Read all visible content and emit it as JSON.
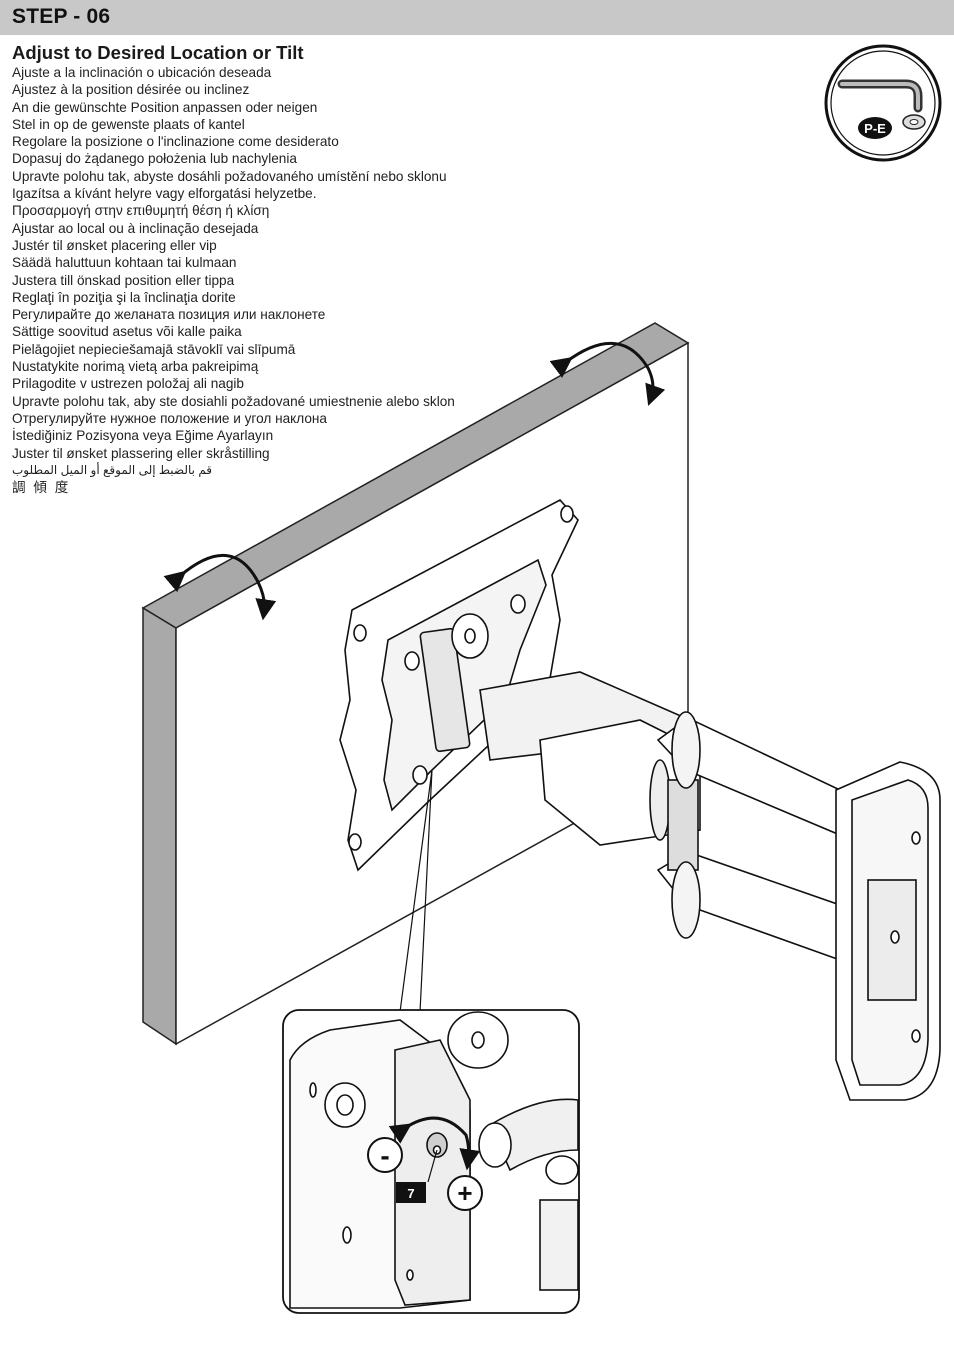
{
  "step": {
    "title": "STEP - 06"
  },
  "heading": "Adjust to Desired Location or Tilt",
  "translations": [
    "Ajuste a la inclinación o ubicación deseada",
    "Ajustez à la position désirée ou inclinez",
    "An die gewünschte Position anpassen oder neigen",
    "Stel in op de gewenste plaats of kantel",
    "Regolare la posizione o l'inclinazione come desiderato",
    "Dopasuj do żądanego położenia lub nachylenia",
    "Upravte polohu tak, abyste dosáhli požadovaného umístění nebo sklonu",
    "Igazítsa a kívánt helyre vagy elforgatási helyzetbe.",
    "Προσαρμογή στην επιθυμητή θέση ή κλίση",
    "Ajustar ao local ou à inclinação  desejada",
    "Justér til ønsket placering eller vip",
    "Säädä haluttuun kohtaan tai kulmaan",
    "Justera till önskad position eller tippa",
    "Reglaţi în poziţia şi la înclinaţia dorite",
    "Регулирайте до желаната позиция или наклонете",
    "Sättige soovitud asetus või kalle paika",
    "Pielāgojiet nepieciešamajā stāvoklī vai slīpumā",
    "Nustatykite norimą vietą arba pakreipimą",
    "Prilagodite v ustrezen položaj ali nagib",
    "Upravte polohu tak, aby ste dosiahli požadované umiestnenie alebo sklon",
    "Отрегулируйте нужное положение и угол наклона",
    "İstediğiniz Pozisyona veya Eğime Ayarlayın",
    "Juster til ønsket plassering eller skråstilling",
    "قم بالضبط إلى الموقع أو الميل المطلوب",
    "調                    傾  度"
  ],
  "tool": {
    "label": "P-E"
  },
  "detail": {
    "minus": "-",
    "plus": "+",
    "part_number": "7"
  },
  "colors": {
    "header_bg": "#c8c8c8",
    "wall_edge": "#a9a9a9",
    "ink": "#1a1a1a",
    "badge": "#111111"
  }
}
